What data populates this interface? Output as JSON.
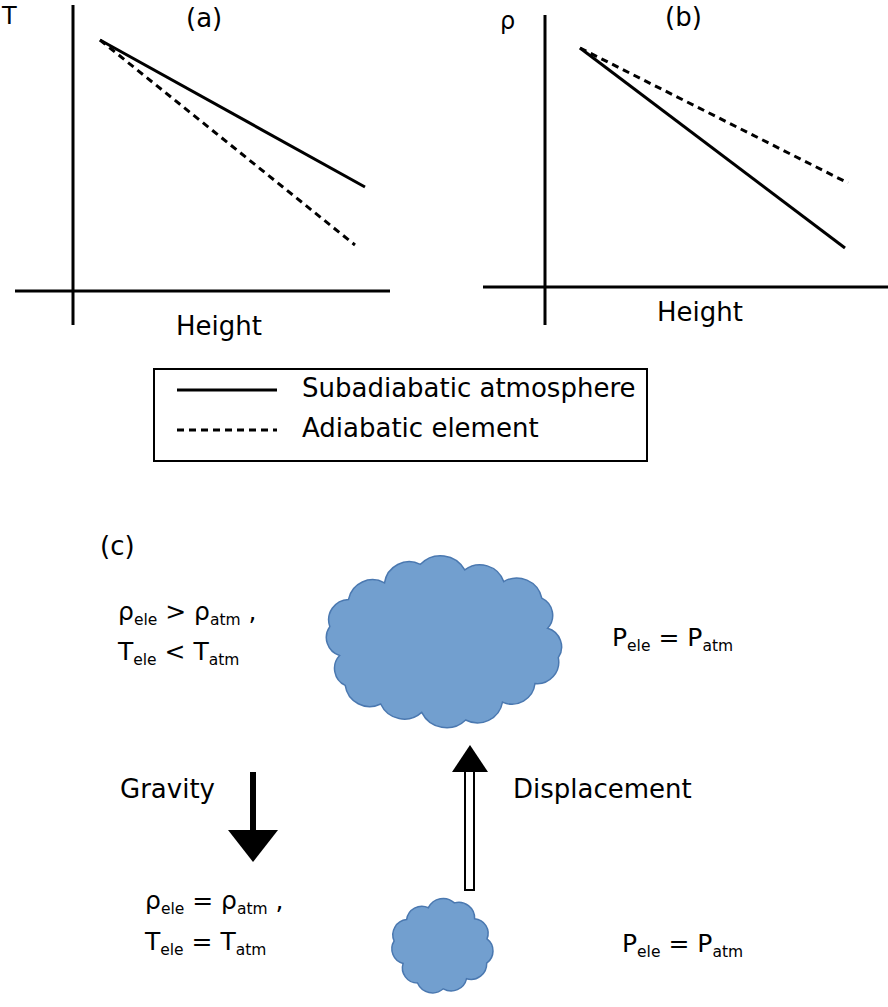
{
  "diagram": {
    "labels": [
      "T",
      "(a)",
      "Height",
      "ρ",
      "(b)",
      "Height",
      "(c)",
      "ρele > ρatm ,",
      "Tele < Tatm",
      "Pele = Patm",
      "Gravity",
      "Displacement",
      "ρele = ρatm ,",
      "Tele = Tatm",
      "Pele = Patm"
    ],
    "legend": [
      {
        "text": "Subadiabatic atmosphere"
      },
      {
        "text": "Adiabatic element"
      }
    ]
  }
}
